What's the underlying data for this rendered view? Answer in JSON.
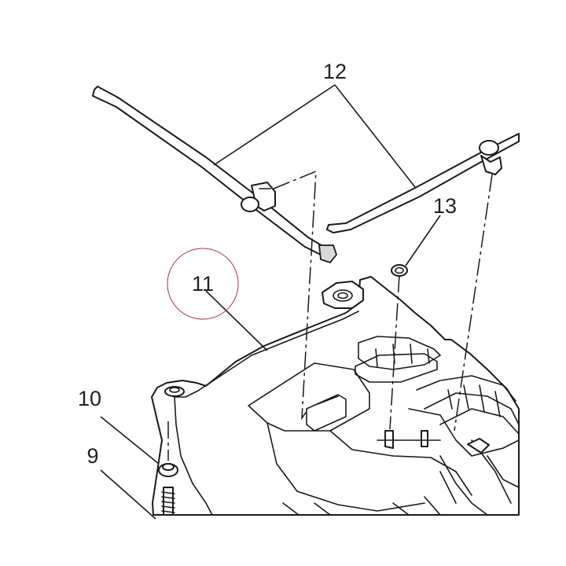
{
  "callouts": {
    "c9": "9",
    "c10": "10",
    "c11": "11",
    "c12": "12",
    "c13": "13"
  },
  "colors": {
    "line": "#1a1a1a",
    "highlight_circle": "#b03040",
    "fill_shade": "#d9d9d9"
  }
}
